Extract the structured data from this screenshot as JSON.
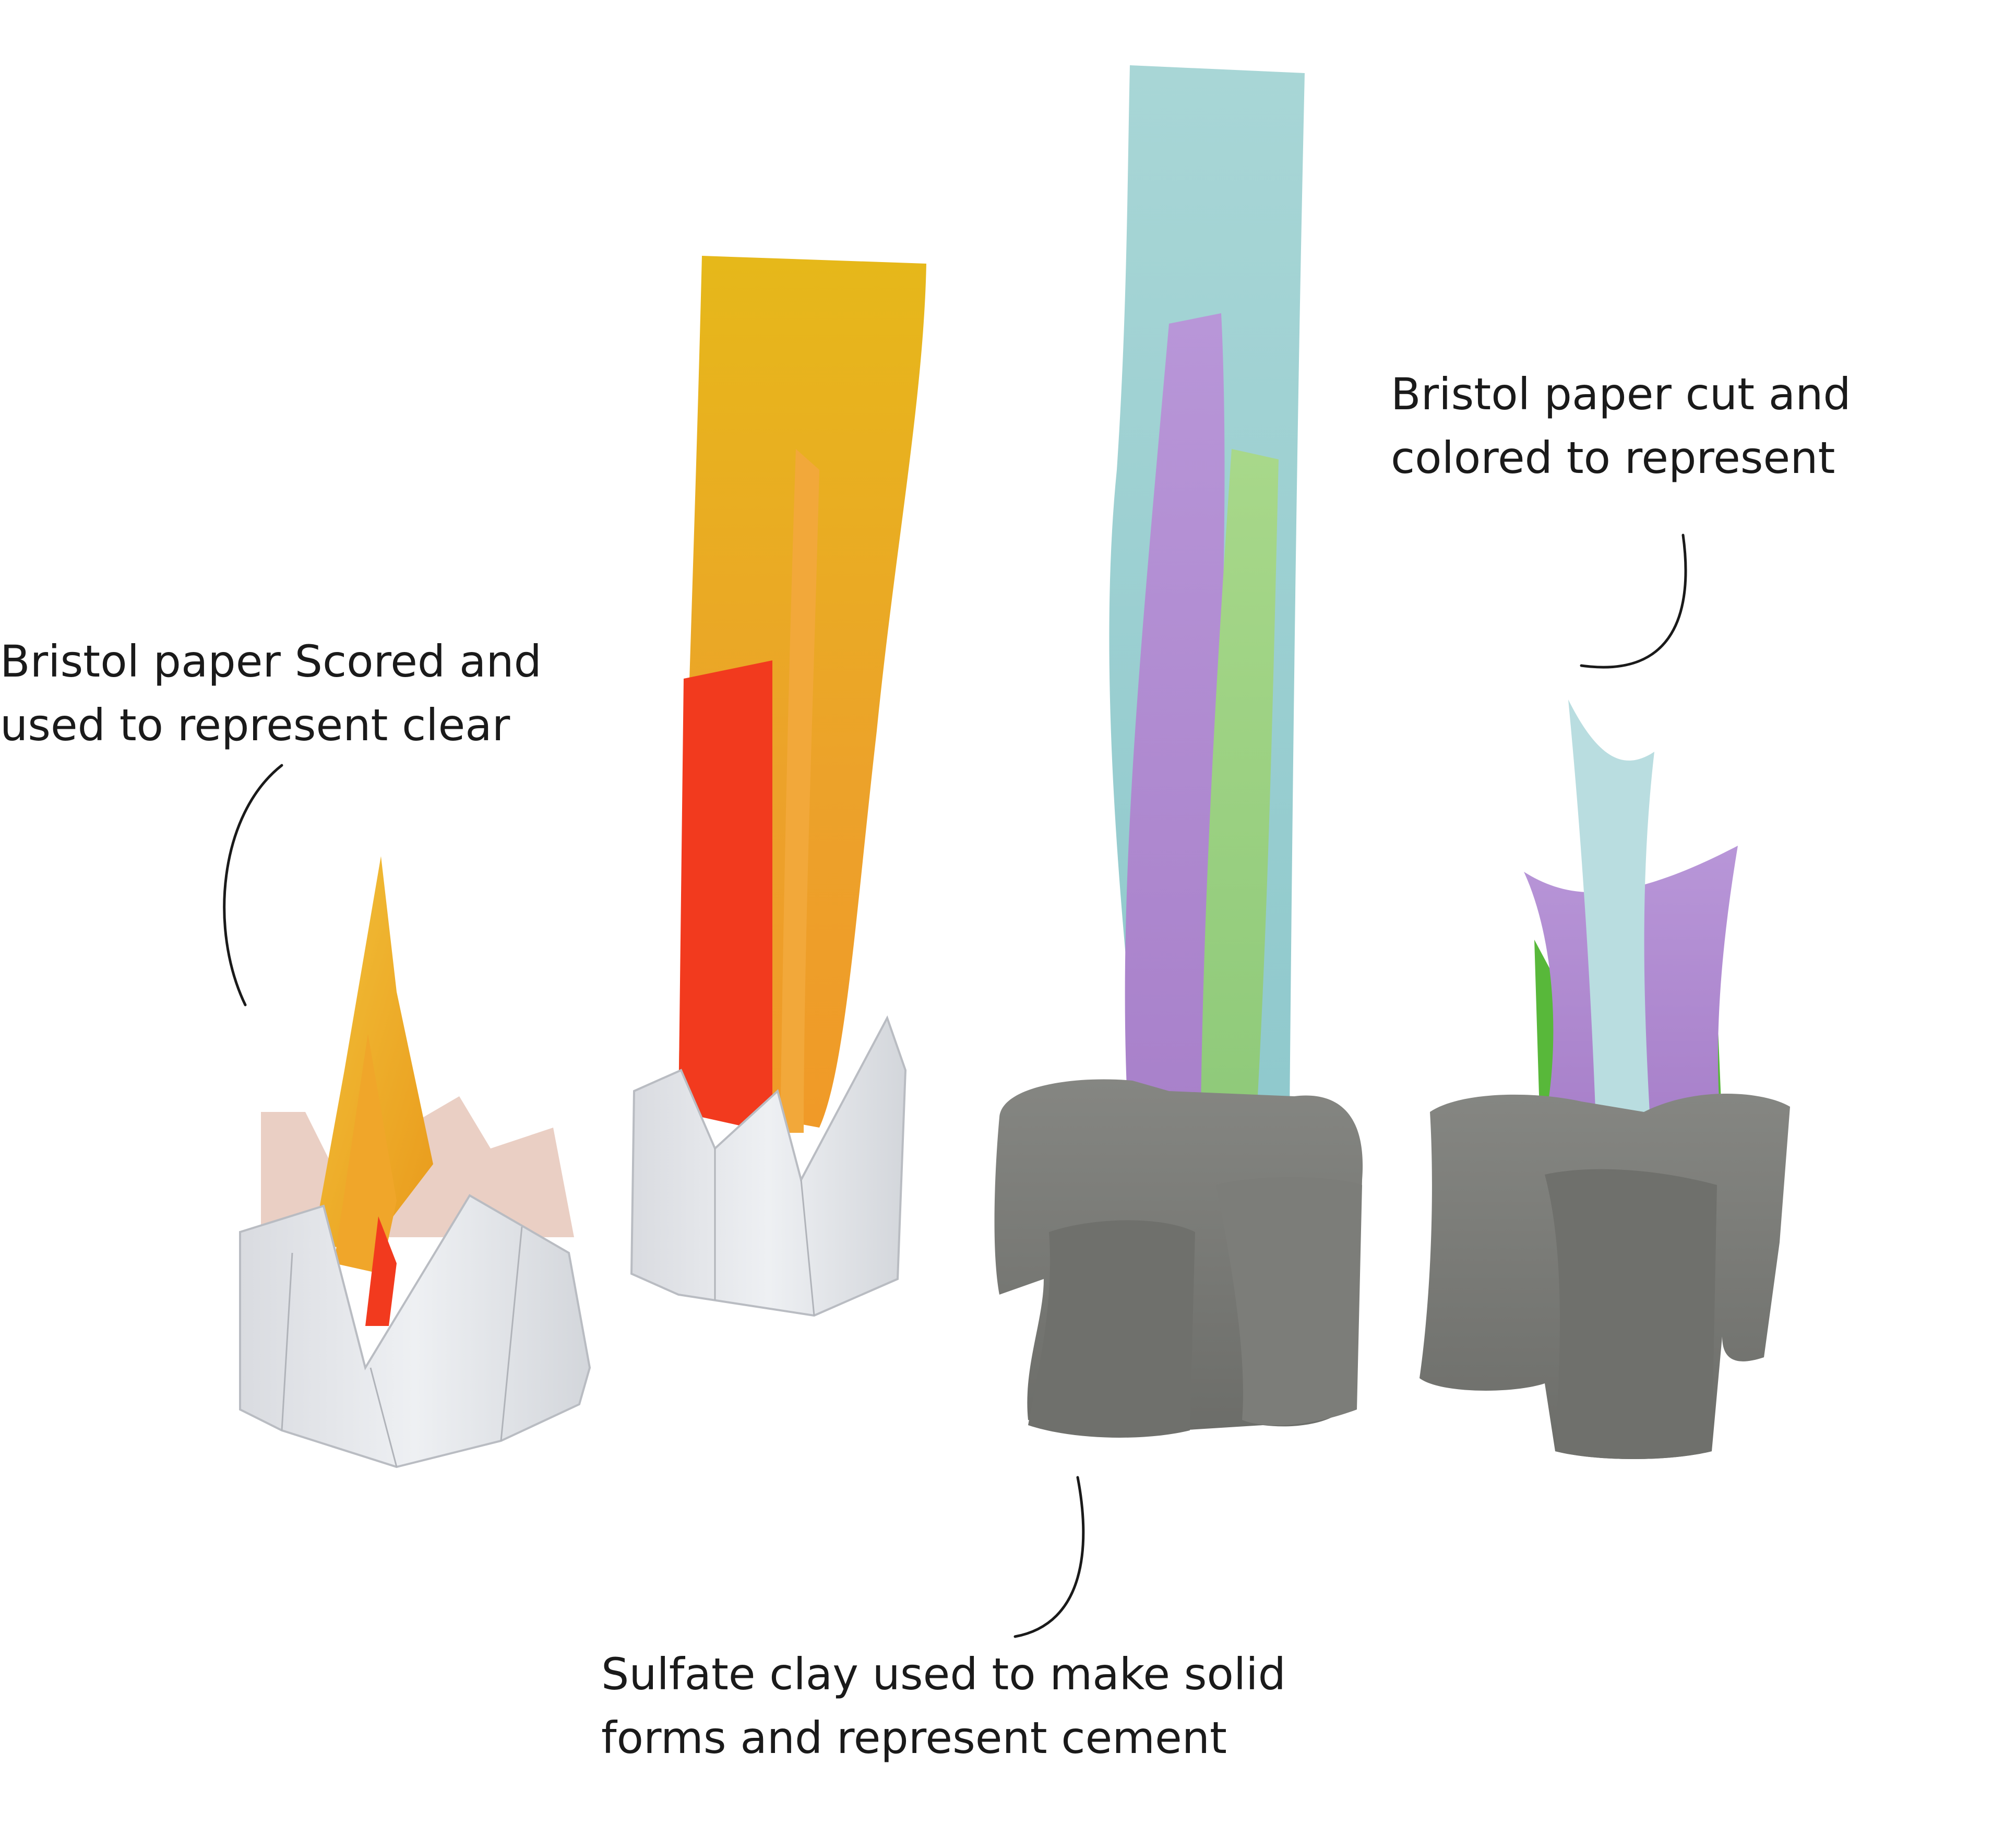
{
  "annotations": {
    "clear": {
      "line1": "Bristol paper Scored and",
      "line2": "used to represent clear"
    },
    "colored": {
      "line1": "Bristol paper cut and",
      "line2": "colored to represent"
    },
    "cement": {
      "line1": "Sulfate clay used to make solid",
      "line2": "forms and represent cement"
    }
  },
  "colors": {
    "paper_white": "#e6e8ec",
    "paper_edge": "#b9bcc2",
    "yellow": "#e8b818",
    "orange": "#f0a030",
    "red": "#f23a1e",
    "blue": "#a9d4d6",
    "purple": "#b48fd2",
    "green": "#9ed083",
    "bright_green": "#58b83a",
    "clay": "#7a7b77",
    "clay_dark": "#5e5f5b",
    "leader_line": "#1a1a1a"
  }
}
